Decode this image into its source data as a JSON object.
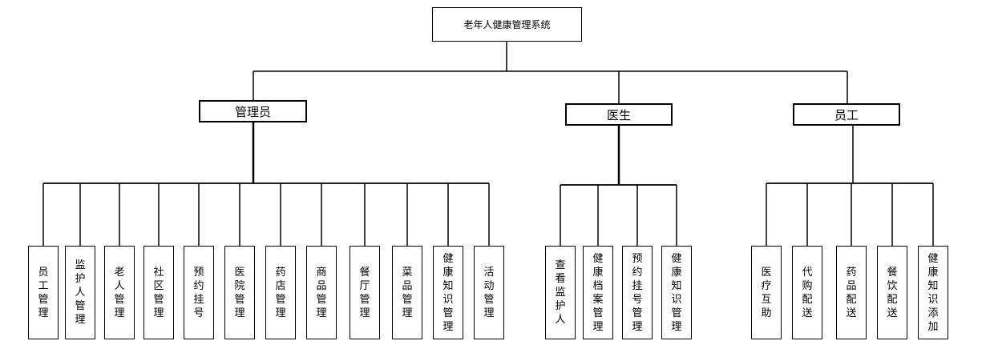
{
  "root": {
    "label": "老年人健康管理系统"
  },
  "roles": [
    {
      "label": "管理员",
      "children": [
        "员工管理",
        "监护人管理",
        "老人管理",
        "社区管理",
        "预约挂号",
        "医院管理",
        "药店管理",
        "商品管理",
        "餐厅管理",
        "菜品管理",
        "健康知识管理",
        "活动管理"
      ]
    },
    {
      "label": "医生",
      "children": [
        "查看监护人",
        "健康档案管理",
        "预约挂号管理",
        "健康知识管理"
      ]
    },
    {
      "label": "员工",
      "children": [
        "医疗互助",
        "代购配送",
        "药品配送",
        "餐饮配送",
        "健康知识添加"
      ]
    }
  ]
}
